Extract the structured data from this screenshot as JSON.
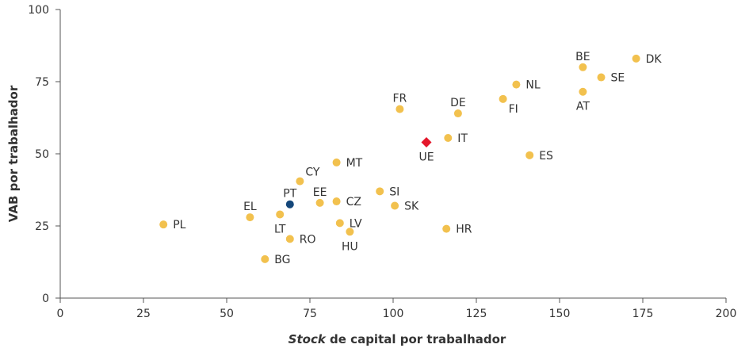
{
  "chart_data": {
    "type": "scatter",
    "xlabel_italic": "Stock",
    "xlabel_rest": " de capital por trabalhador",
    "ylabel": "VAB por trabalhador",
    "xlim": [
      0,
      200
    ],
    "ylim": [
      0,
      100
    ],
    "xticks": [
      0,
      25,
      50,
      75,
      100,
      125,
      150,
      175,
      200
    ],
    "yticks": [
      0,
      25,
      50,
      75,
      100
    ],
    "grid": false,
    "colors": {
      "default": "#f2c14e",
      "PT": "#14477a",
      "UE": "#e4172b"
    },
    "points": [
      {
        "label": "PL",
        "x": 31,
        "y": 25.5,
        "pos": "right"
      },
      {
        "label": "EL",
        "x": 57,
        "y": 28,
        "pos": "top"
      },
      {
        "label": "BG",
        "x": 61.5,
        "y": 13.5,
        "pos": "right"
      },
      {
        "label": "LT",
        "x": 66,
        "y": 29,
        "pos": "bottom"
      },
      {
        "label": "PT",
        "x": 69,
        "y": 32.5,
        "pos": "top",
        "marker": "circle",
        "color_key": "PT"
      },
      {
        "label": "RO",
        "x": 69,
        "y": 20.5,
        "pos": "right"
      },
      {
        "label": "CY",
        "x": 72,
        "y": 40.5,
        "pos": "topright"
      },
      {
        "label": "EE",
        "x": 78,
        "y": 33,
        "pos": "top"
      },
      {
        "label": "CZ",
        "x": 83,
        "y": 33.5,
        "pos": "right"
      },
      {
        "label": "MT",
        "x": 83,
        "y": 47,
        "pos": "right"
      },
      {
        "label": "LV",
        "x": 84,
        "y": 26,
        "pos": "right"
      },
      {
        "label": "HU",
        "x": 87,
        "y": 23,
        "pos": "bottom"
      },
      {
        "label": "SI",
        "x": 96,
        "y": 37,
        "pos": "right"
      },
      {
        "label": "SK",
        "x": 100.5,
        "y": 32,
        "pos": "right"
      },
      {
        "label": "FR",
        "x": 102,
        "y": 65.5,
        "pos": "top"
      },
      {
        "label": "UE",
        "x": 110,
        "y": 54,
        "pos": "bottom",
        "marker": "diamond",
        "color_key": "UE"
      },
      {
        "label": "HR",
        "x": 116,
        "y": 24,
        "pos": "right"
      },
      {
        "label": "IT",
        "x": 116.5,
        "y": 55.5,
        "pos": "right"
      },
      {
        "label": "DE",
        "x": 119.5,
        "y": 64,
        "pos": "top"
      },
      {
        "label": "FI",
        "x": 133,
        "y": 69,
        "pos": "bottomright"
      },
      {
        "label": "NL",
        "x": 137,
        "y": 74,
        "pos": "right"
      },
      {
        "label": "ES",
        "x": 141,
        "y": 49.5,
        "pos": "right"
      },
      {
        "label": "BE",
        "x": 157,
        "y": 80,
        "pos": "top"
      },
      {
        "label": "AT",
        "x": 157,
        "y": 71.5,
        "pos": "bottom"
      },
      {
        "label": "SE",
        "x": 162.5,
        "y": 76.5,
        "pos": "right"
      },
      {
        "label": "DK",
        "x": 173,
        "y": 83,
        "pos": "right"
      }
    ]
  }
}
